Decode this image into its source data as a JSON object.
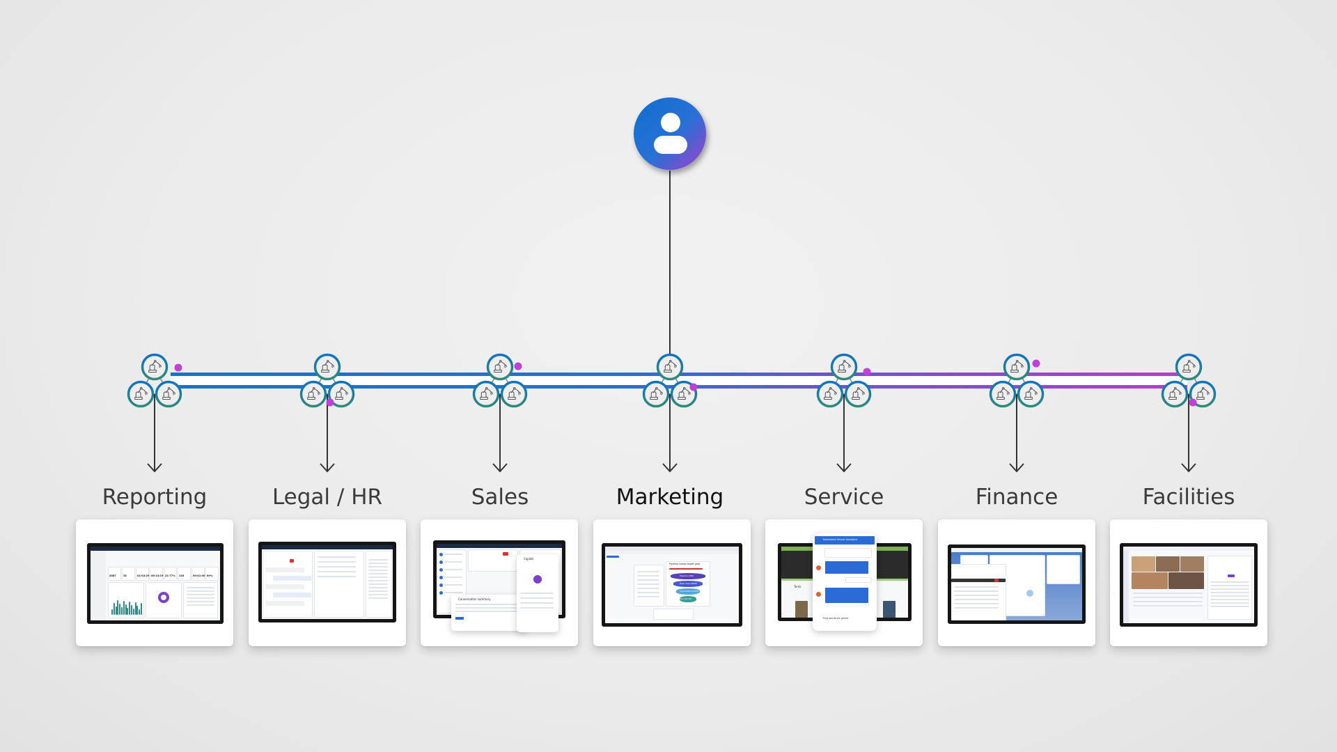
{
  "diagram": {
    "root": {
      "icon": "person-icon",
      "label": "User"
    },
    "cluster_icon": "robot-arm-icon",
    "line_colors": {
      "start": "#1a73c9",
      "end": "#b53fc9"
    },
    "ring_colors": {
      "start": "#0f72c4",
      "end": "#2e8a7a"
    },
    "accent_dot": "#c03fd6",
    "departments": [
      {
        "label": "Reporting",
        "thumbnail": "dashboard-screenshot"
      },
      {
        "label": "Legal / HR",
        "thumbnail": "conversation-workspace-screenshot"
      },
      {
        "label": "Sales",
        "thumbnail": "copilot-conversation-summary-screenshot"
      },
      {
        "label": "Marketing",
        "thumbnail": "pipeline-funnel-screenshot"
      },
      {
        "label": "Service",
        "thumbnail": "virtual-assistant-chat-screenshot"
      },
      {
        "label": "Finance",
        "thumbnail": "service-console-screenshot"
      },
      {
        "label": "Facilities",
        "thumbnail": "video-meeting-screenshot"
      }
    ]
  },
  "thumbnails": {
    "reporting": {
      "kpis": [
        "4587",
        "35",
        "01:03:29",
        "00:14:19",
        "22.77%",
        "118",
        "00:41:00",
        "89%"
      ]
    },
    "sales": {
      "summary_title": "Conversation summary",
      "copilot_title": "Copilot"
    },
    "marketing": {
      "chart_title": "Pipeline below target goal",
      "stages": [
        "Pipeline $350",
        "Best case $300K",
        "Committed $150K",
        "Won $3.1M"
      ]
    },
    "service": {
      "chat_title": "Northwind Virtual Assistant",
      "input_text": "That would be great!",
      "page_heading": "Tents"
    }
  }
}
